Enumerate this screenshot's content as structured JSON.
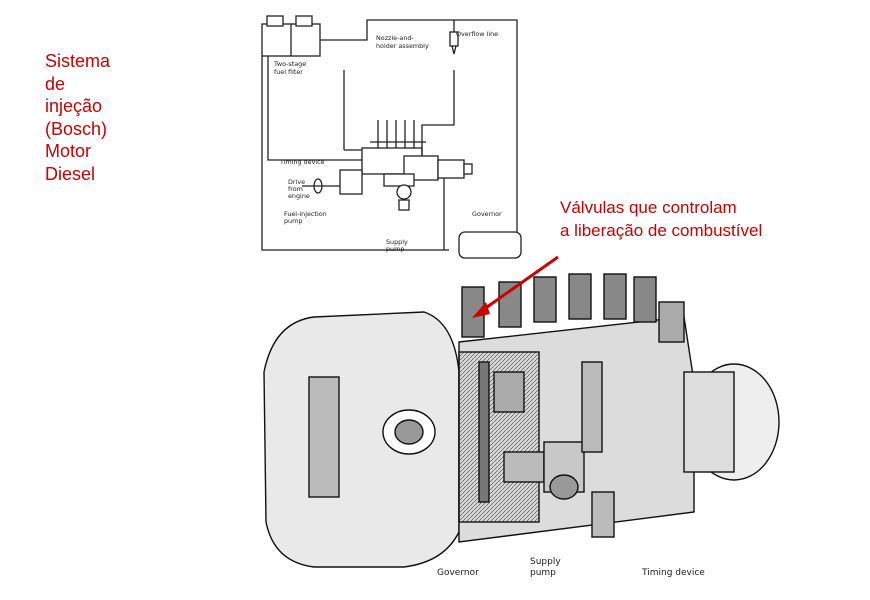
{
  "title": {
    "lines": [
      "Sistema",
      "de",
      "injeção",
      "(Bosch)",
      "Motor",
      "Diesel"
    ],
    "color": "#cc0000"
  },
  "caption": {
    "lines": [
      "Válvulas que controlam",
      "a liberação de combustível"
    ],
    "color": "#cc0000"
  },
  "schematic": {
    "labels": {
      "overflow_line": "Overflow line",
      "nozzle_1": "Nozzle-and-",
      "nozzle_2": "holder assembly",
      "filter_1": "Two-stage",
      "filter_2": "fuel filter",
      "timing_device": "Timing device",
      "drive_1": "Drive",
      "drive_2": "from",
      "drive_3": "engine",
      "injection_pump_1": "Fuel-injection",
      "injection_pump_2": "pump",
      "governor": "Governor",
      "supply_pump_1": "Supply",
      "supply_pump_2": "pump"
    }
  },
  "photo": {
    "labels": {
      "governor": "Governor",
      "supply_pump_1": "Supply",
      "supply_pump_2": "pump",
      "timing_device": "Timing device"
    }
  },
  "arrow_color": "#cc0000"
}
